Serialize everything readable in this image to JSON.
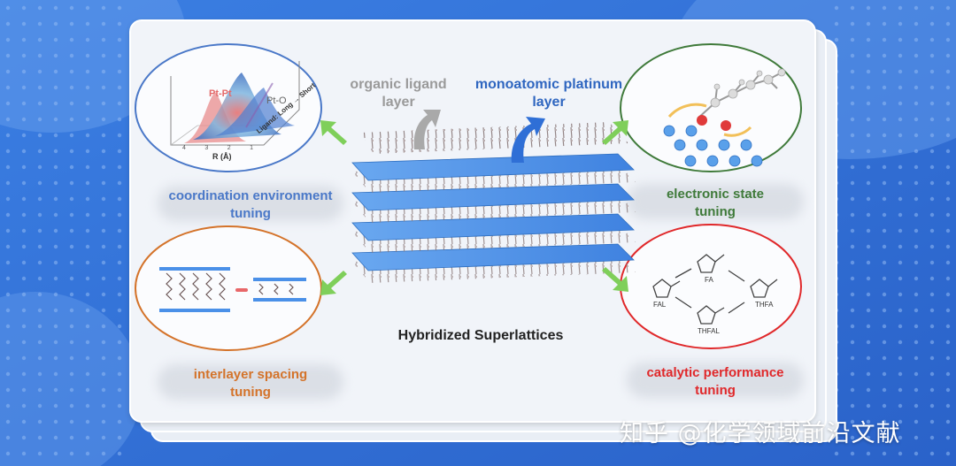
{
  "colors": {
    "background": "#2f6fd6",
    "card": "#f1f4f9",
    "coordination": "#4a78c8",
    "electronic": "#3f7a3a",
    "interlayer": "#d4732a",
    "catalytic": "#e0282a",
    "arrow_green": "#7fcf5a",
    "layer_blue": "#4a90e8"
  },
  "labels": {
    "organic_line1": "organic ligand",
    "organic_line2": "layer",
    "mono_line1": "monoatomic platinum",
    "mono_line2": "layer",
    "center_title": "Hybridized Superlattices"
  },
  "panels": {
    "coordination": {
      "line1": "coordination environment",
      "line2": "tuning",
      "pt_pt": "Pt-Pt",
      "pt_o": "Pt-O",
      "r_axis": "R (Å)",
      "ligand_axis": "Ligand: Long → Short",
      "ticks": [
        "4",
        "3",
        "2",
        "1"
      ]
    },
    "electronic": {
      "line1": "electronic state",
      "line2": "tuning"
    },
    "interlayer": {
      "line1": "interlayer spacing",
      "line2": "tuning"
    },
    "catalytic": {
      "line1": "catalytic performance",
      "line2": "tuning",
      "fal": "FAL",
      "fa": "FA",
      "thfal": "THFAL",
      "thfa": "THFA"
    }
  },
  "icons": [
    "green-arrow-icon",
    "gray-arrow-icon",
    "blue-arrow-icon",
    "molecule-icon"
  ],
  "watermark": "知乎 @化学领域前沿文献"
}
